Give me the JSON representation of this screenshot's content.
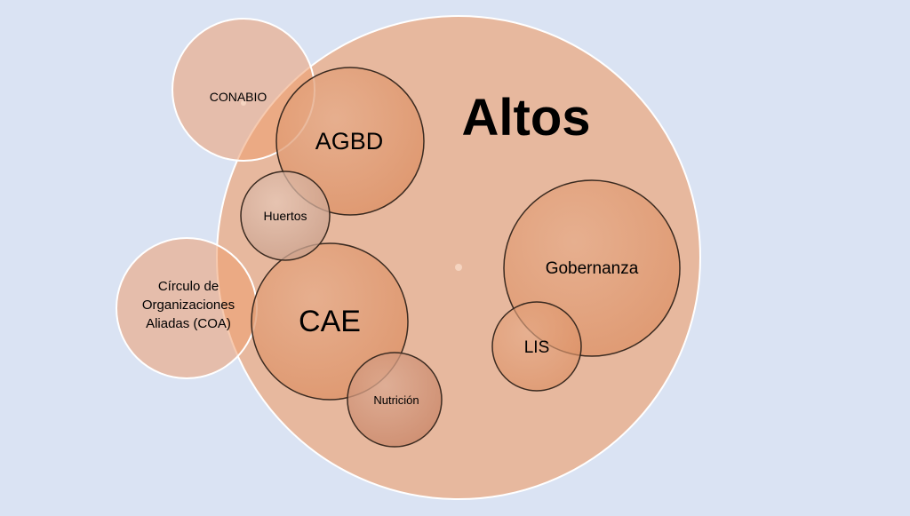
{
  "colors": {
    "background": "#dae3f3",
    "main_fill": "#e8b497",
    "bubble_fill": "#e09a73",
    "bubble_stroke": "#3a2a20",
    "outer_fill": "#f2c3a6",
    "white_stroke": "#ffffff",
    "huertos_fill": "#d9b3a0",
    "nutricion_fill": "#d4977a",
    "text": "#000000"
  },
  "diagram": {
    "main_title": "Altos",
    "nodes": {
      "conabio": "CONABIO",
      "agbd": "AGBD",
      "huertos": "Huertos",
      "coa_line1": "Círculo de",
      "coa_line2": "Organizaciones",
      "coa_line3": "Aliadas (COA)",
      "cae": "CAE",
      "nutricion": "Nutrición",
      "gobernanza": "Gobernanza",
      "lis": "LIS"
    }
  }
}
